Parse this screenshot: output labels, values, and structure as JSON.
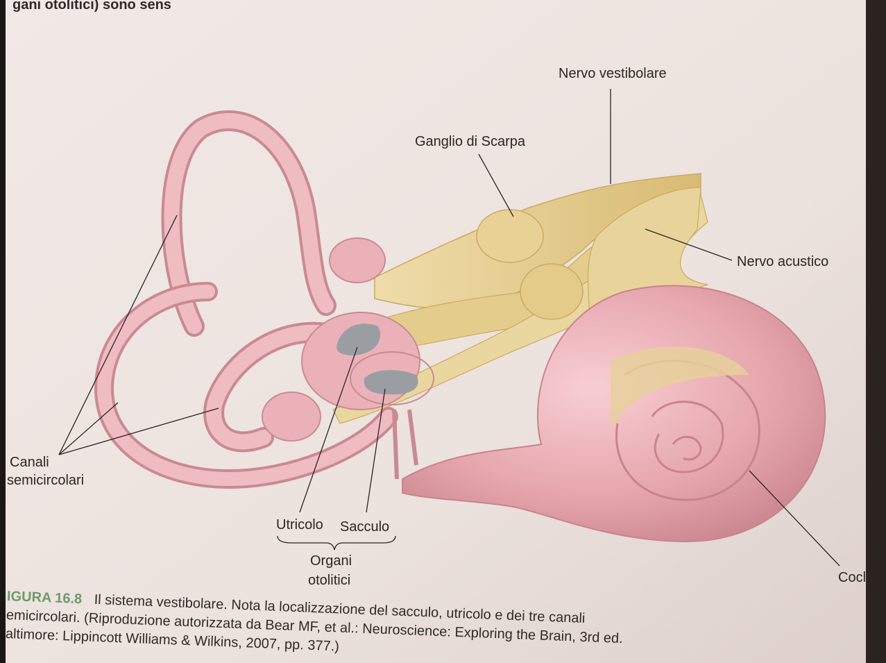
{
  "header_fragment": "gani otolitici) sono sens",
  "labels": {
    "nervo_vestibolare": "Nervo vestibolare",
    "ganglio_di_scarpa": "Ganglio di Scarpa",
    "nervo_acustico": "Nervo acustico",
    "canali_line1": "Canali",
    "canali_line2": "semicircolari",
    "utricolo": "Utricolo",
    "sacculo": "Sacculo",
    "organi_line1": "Organi",
    "organi_line2": "otolitici",
    "coclea": "Coclea"
  },
  "caption": {
    "figure_number": "IGURA 16.8",
    "line1": "Il sistema vestibolare. Nota la localizzazione del sacculo, utricolo e dei tre canali",
    "line2": "emicircolari. (Riproduzione autorizzata da Bear MF, et al.: Neuroscience: Exploring the Brain, 3rd ed.",
    "line3": "altimore: Lippincott Williams & Wilkins, 2007, pp. 377.)"
  },
  "colors": {
    "page": "#efe6e3",
    "labyrinth": "#eab2b8",
    "labyrinth_shadow": "#c98a92",
    "nerve": "#e9d49a",
    "nerve_shadow": "#c9aa62",
    "otolith": "#9a9ea3",
    "figure_label": "#6f9a6b"
  }
}
